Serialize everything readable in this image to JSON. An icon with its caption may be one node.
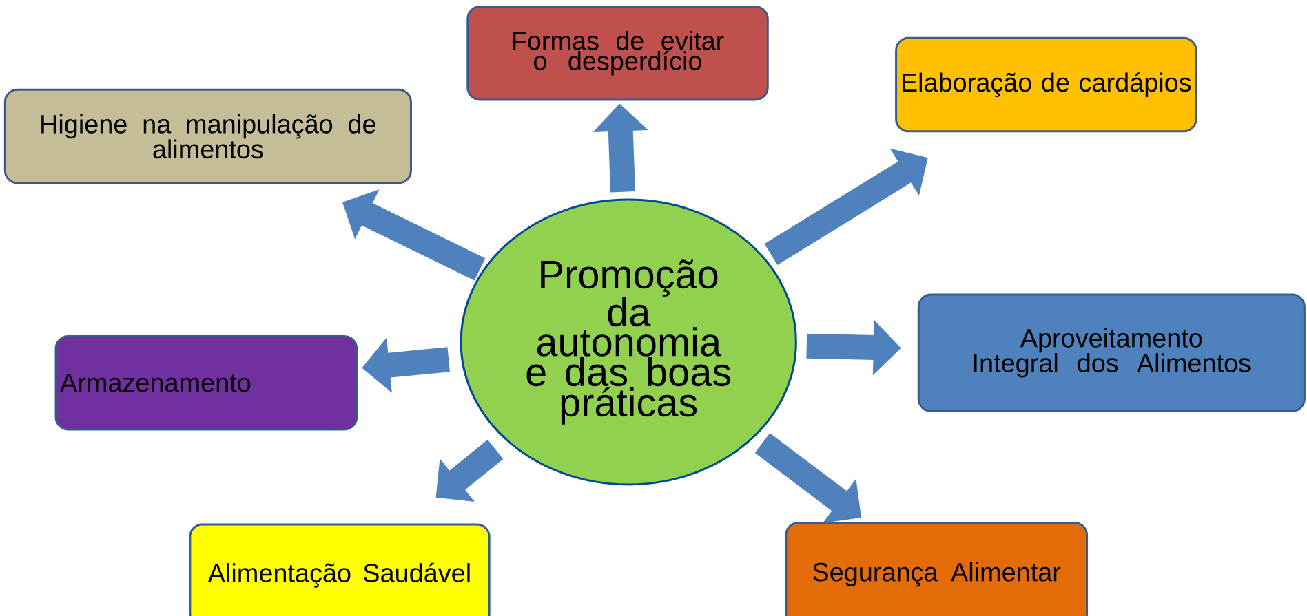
{
  "diagram": {
    "nodes": [
      {
        "text": [
          "Promoção da autonomia e das boas práticas"
        ]
      },
      {
        "text": [
          "Higiene na manipulação de alimentos"
        ]
      },
      {
        "text": [
          "Formas de evitar o desperdício"
        ]
      },
      {
        "text": [
          "Elaboração de cardápios"
        ]
      },
      {
        "text": [
          "Armazenamento"
        ]
      },
      {
        "text": [
          "Aproveitamento Integral dos Alimentos"
        ]
      },
      {
        "text": [
          "Alimentação Saudável"
        ]
      },
      {
        "text": [
          "Segurança Alimentar"
        ]
      }
    ],
    "edges": [
      {
        "from": 0,
        "to": 1,
        "arrow": "to"
      },
      {
        "from": 0,
        "to": 2,
        "arrow": "to"
      },
      {
        "from": 0,
        "to": 3,
        "arrow": "to"
      },
      {
        "from": 0,
        "to": 4,
        "arrow": "to"
      },
      {
        "from": 0,
        "to": 5,
        "arrow": "to"
      },
      {
        "from": 0,
        "to": 6,
        "arrow": "to"
      },
      {
        "from": 0,
        "to": 7,
        "arrow": "to"
      }
    ]
  }
}
